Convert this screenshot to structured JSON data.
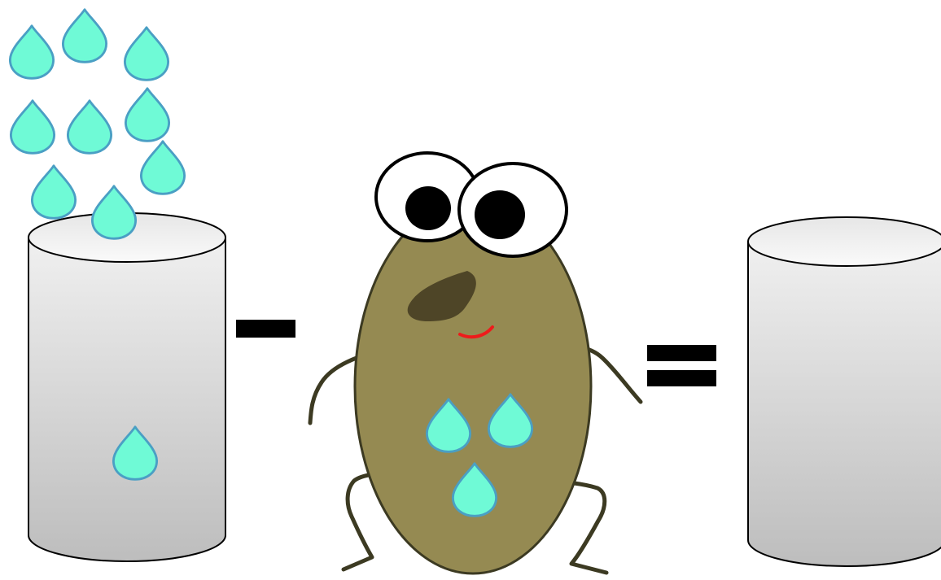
{
  "scene": {
    "left_cylinder": {
      "drops_above_count": 9,
      "drops_inside_count": 1
    },
    "minus_sign": "−",
    "creature": {
      "drops_inside_count": 3
    },
    "equals_sign": "=",
    "right_cylinder": {
      "drops_inside_count": 0
    }
  },
  "colors": {
    "drop_fill": "#6ffad6",
    "drop_stroke": "#4a9fc4",
    "creature_body": "#958a52",
    "creature_outline": "#3c3a22",
    "creature_spot": "#4e4527",
    "creature_mouth": "#ee1b1b",
    "cylinder_top": "#f2f2f2",
    "cylinder_body_light": "#f0f0f0",
    "cylinder_body_dark": "#bdbdbd",
    "operator": "#000000"
  }
}
